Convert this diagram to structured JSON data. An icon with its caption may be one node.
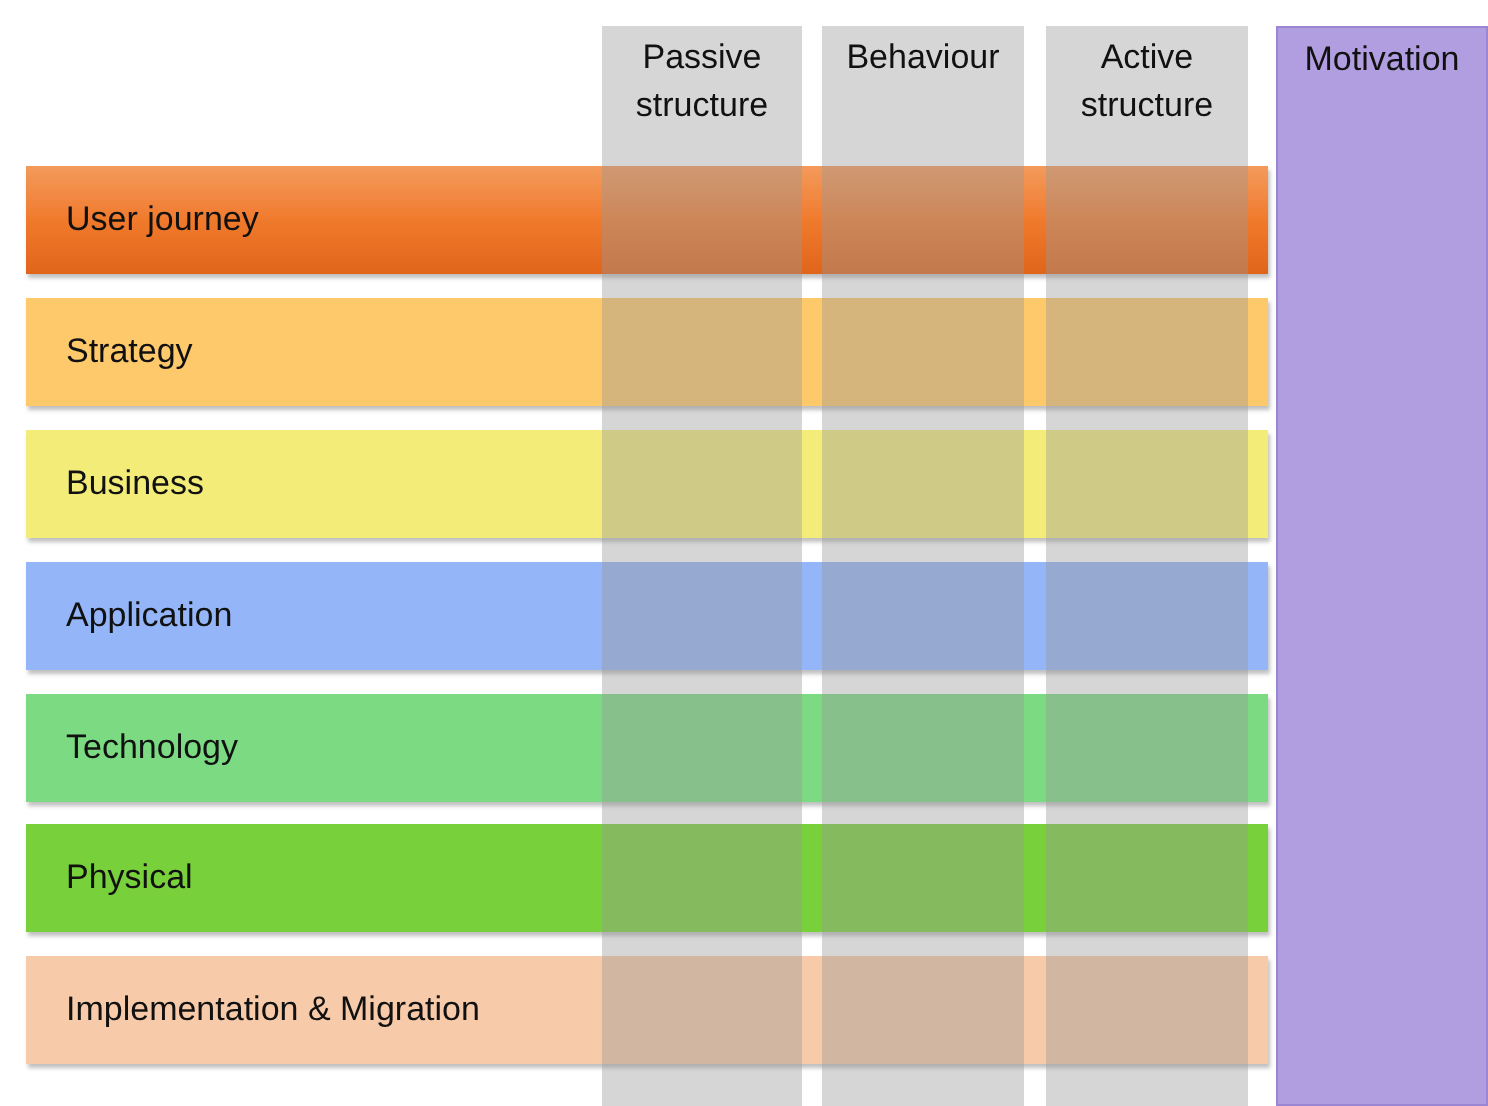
{
  "diagram": {
    "nodes": [
      {
        "text": [
          "User journey"
        ]
      },
      {
        "text": [
          "Strategy"
        ]
      },
      {
        "text": [
          "Business"
        ]
      },
      {
        "text": [
          "Application"
        ]
      },
      {
        "text": [
          "Technology"
        ]
      },
      {
        "text": [
          "Physical"
        ]
      },
      {
        "text": [
          "Implementation & Migration"
        ]
      },
      {
        "text": [
          "Passive structure"
        ]
      },
      {
        "text": [
          "Behaviour"
        ]
      },
      {
        "text": [
          "Active structure"
        ]
      },
      {
        "text": [
          "Motivation"
        ]
      }
    ]
  }
}
